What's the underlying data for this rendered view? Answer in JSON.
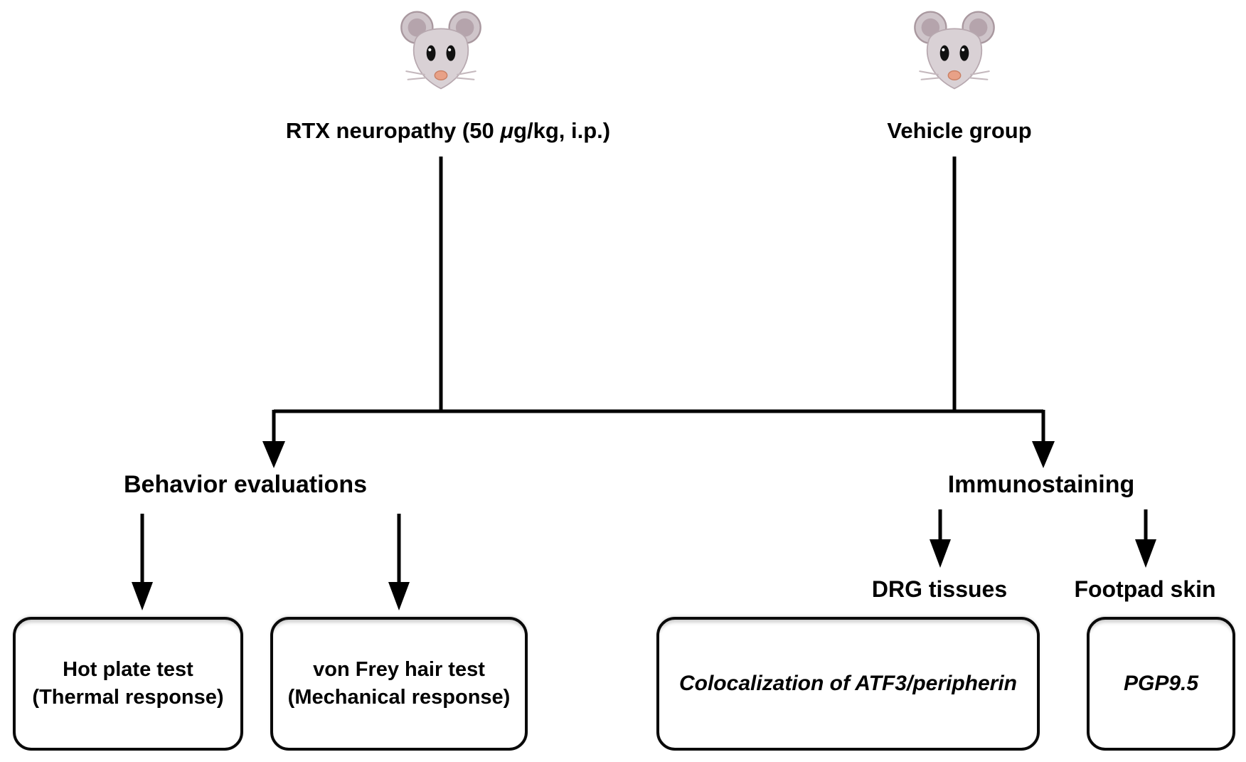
{
  "figure": {
    "top_groups": {
      "rtx": {
        "icon": "mouse-face-emoji",
        "label_prefix": "RTX neuropathy (50 ",
        "mu": "μ",
        "label_suffix": "g/kg, i.p.)"
      },
      "vehicle": {
        "icon": "mouse-face-emoji",
        "label": "Vehicle group"
      }
    },
    "branches": {
      "behavior": {
        "title": "Behavior evaluations"
      },
      "immuno": {
        "title": "Immunostaining",
        "drg": "DRG tissues",
        "footpad": "Footpad skin"
      }
    },
    "boxes": {
      "hot_plate": {
        "line1": "Hot plate test",
        "line2": "(Thermal response)"
      },
      "von_frey": {
        "line1": "von Frey hair test",
        "line2": "(Mechanical response)"
      },
      "colocalization": {
        "text": "Colocalization of ATF3/peripherin"
      },
      "pgp": {
        "text": "PGP9.5"
      }
    },
    "colors": {
      "line": "#000000",
      "text": "#000000",
      "background": "#ffffff"
    }
  }
}
